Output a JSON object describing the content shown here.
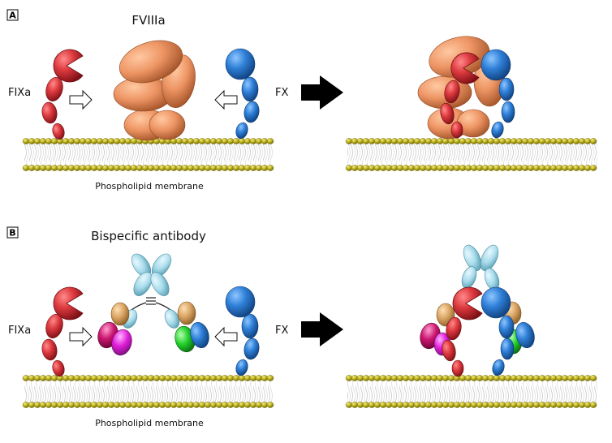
{
  "panels": [
    {
      "letter": "A",
      "title": "FVIIIa",
      "left_label": "FIXa",
      "right_label": "FX",
      "membrane_label": "Phospholipid membrane"
    },
    {
      "letter": "B",
      "title": "Bispecific antibody",
      "left_label": "FIXa",
      "right_label": "FX",
      "membrane_label": "Phospholipid membrane"
    }
  ],
  "colors": {
    "fixa": "#d9343c",
    "fx": "#2f7fd6",
    "fviiia": "#ee9a66",
    "membrane_head": "#b9b01a",
    "membrane_tail": "#d8d8d8",
    "antibody_hinge": "#a9dcea",
    "antibody_arm_left_tip": "#d6a468",
    "antibody_arm_left_a": "#c8166a",
    "antibody_arm_left_b": "#e21ed6",
    "antibody_arm_right_tip": "#d6a468",
    "antibody_arm_right_a": "#1fcf2a",
    "antibody_arm_right_b": "#1d73d8"
  },
  "icons": {
    "binding_arrow": "hollow-arrow-icon",
    "reaction_arrow": "solid-right-arrow-icon"
  }
}
